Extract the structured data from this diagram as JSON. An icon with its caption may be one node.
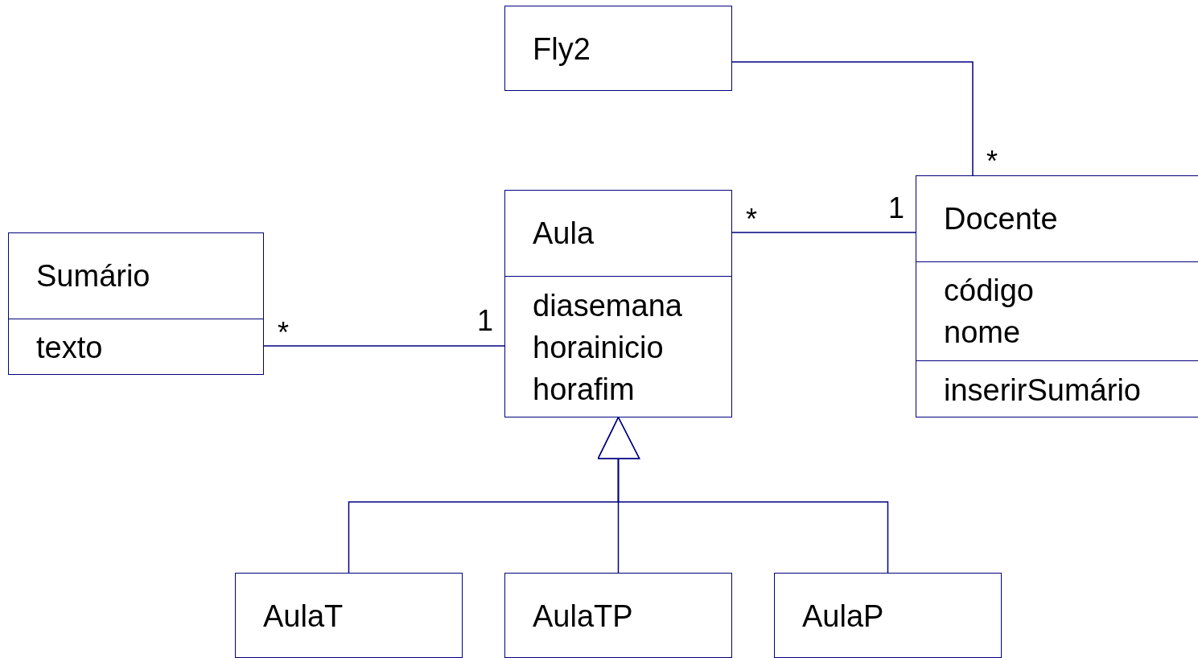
{
  "diagram": {
    "nodes": [
      {
        "text": [
          "Fly2"
        ]
      },
      {
        "text": [
          "Docente",
          "código nome",
          "inserirSumário"
        ]
      },
      {
        "text": [
          "Aula",
          "diasemana horainicio horafim"
        ]
      },
      {
        "text": [
          "Sumário",
          "texto"
        ]
      },
      {
        "text": [
          "AulaT"
        ]
      },
      {
        "text": [
          "AulaTP"
        ]
      },
      {
        "text": [
          "AulaP"
        ]
      }
    ],
    "edges": [
      {
        "from": 0,
        "to": 1,
        "arrow": "none"
      },
      {
        "from": 2,
        "to": 1,
        "arrow": "none"
      },
      {
        "from": 3,
        "to": 2,
        "arrow": "none"
      },
      {
        "from": 4,
        "to": 2,
        "arrow": "to"
      },
      {
        "from": 5,
        "to": 2,
        "arrow": "to"
      },
      {
        "from": 6,
        "to": 2,
        "arrow": "to"
      }
    ],
    "labels": [
      "*",
      "1",
      "*",
      "1",
      "*"
    ]
  }
}
